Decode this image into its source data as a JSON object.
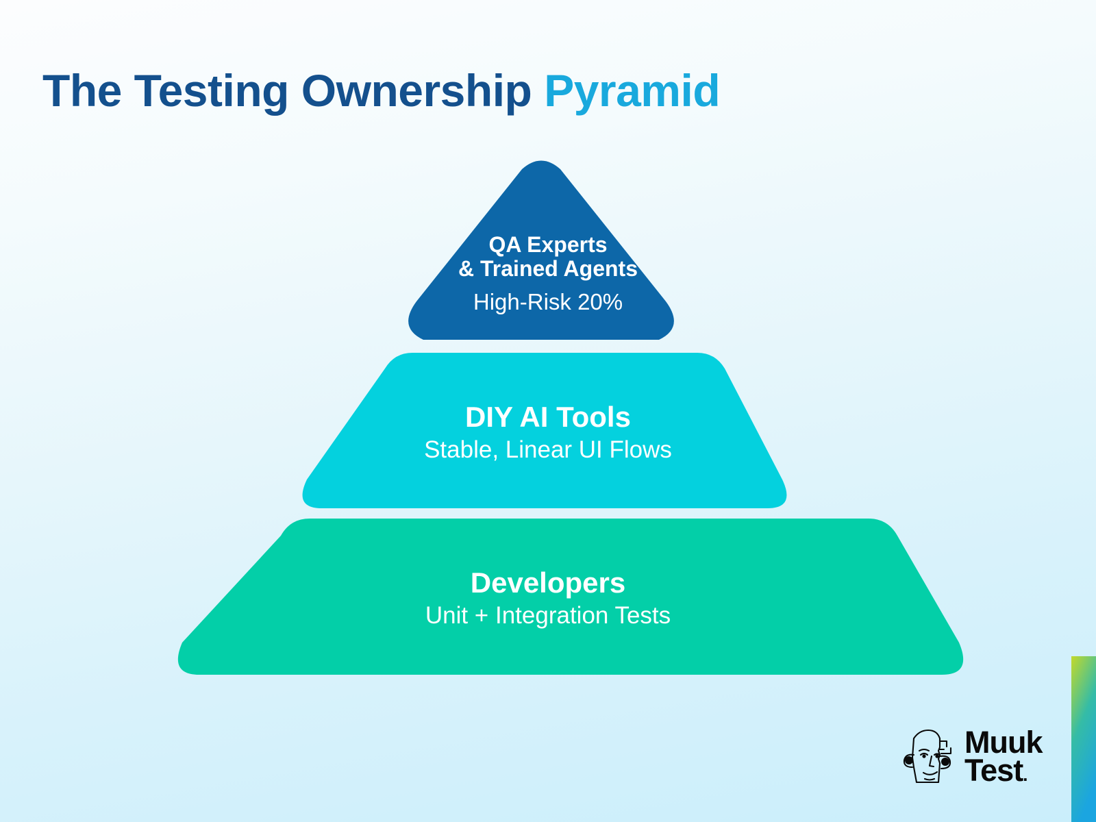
{
  "title": {
    "main": "The Testing Ownership ",
    "accent": "Pyramid",
    "main_color": "#14508d",
    "accent_color": "#19a9dd"
  },
  "pyramid": {
    "tiers": [
      {
        "id": "qa-experts",
        "position": "top",
        "title_line_1": "QA Experts",
        "title_line_2": "& Trained Agents",
        "subtitle": "High-Risk 20%",
        "color": "#0d67a8"
      },
      {
        "id": "diy-ai-tools",
        "position": "middle",
        "title_line_1": "DIY AI Tools",
        "title_line_2": "",
        "subtitle": "Stable, Linear UI Flows",
        "color": "#04d1de"
      },
      {
        "id": "developers",
        "position": "bottom",
        "title_line_1": "Developers",
        "title_line_2": "",
        "subtitle": "Unit + Integration Tests",
        "color": "#03cfa8"
      }
    ]
  },
  "logo": {
    "mark_name": "muuktest-face-icon",
    "word_top": "Muuk",
    "word_bottom": "Test",
    "word_dot": ".",
    "color": "#0a0a0a"
  },
  "edge_strip": {
    "gradient_start": "#c3d92b",
    "gradient_mid": "#35bca6",
    "gradient_end": "#1ba5e0"
  },
  "background": {
    "from": "#fcfdfe",
    "to": "#caeefb"
  }
}
